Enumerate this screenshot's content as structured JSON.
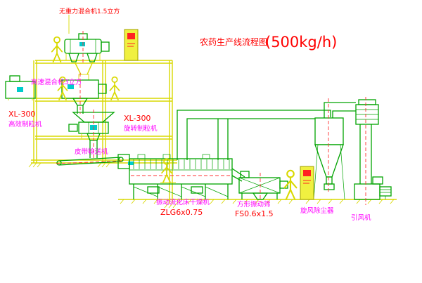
{
  "title": {
    "main": "农药生产线流程图",
    "capacity": "(500kg/h)"
  },
  "labels": {
    "gravity_mixer": "无重力混合机1.5立方",
    "high_speed_mixer": "高速混合机3立方",
    "left_granulator_model": "XL-300",
    "left_granulator_name": "高效制粒机",
    "rotary_granulator_model": "XL-300",
    "rotary_granulator_name": "旋转制粒机",
    "belt_conveyor": "皮带输送机",
    "fluid_bed_dryer": "振动流化床干燥机",
    "fluid_bed_dryer_model": "ZLG6x0.75",
    "vibrating_screen": "方形振动筛",
    "vibrating_screen_model": "FS0.6x1.5",
    "cyclone": "旋风除尘器",
    "induced_draft_fan": "引风机"
  },
  "colors": {
    "structure_yellow": "#d9d900",
    "equipment_green": "#00a300",
    "label_magenta": "#ff00ff",
    "model_red": "#ff0000",
    "detail_cyan": "#00cccc"
  }
}
